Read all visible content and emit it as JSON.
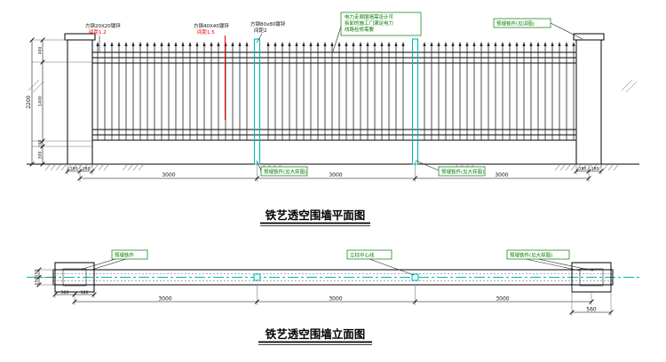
{
  "doc": {
    "plan_title": "铁艺透空围墙平面图",
    "elev_title": "铁艺透空围墙立面图"
  },
  "plan": {
    "notes": {
      "rail20": [
        "方钢20X20镀锌",
        "间距1.2"
      ],
      "rail40": [
        "方钢40X40镀锌",
        "间距1.5"
      ],
      "post80": [
        "方钢80x80镀锌",
        "间距2"
      ],
      "notice": [
        "电力走廊围墙需设计可",
        "拆卸的施工门满足电力",
        "线路检修需要"
      ],
      "embed_right": "预埋铁件(见详图)",
      "embed_b1": "预埋铁件(见大样图)",
      "embed_b2": "预埋铁件(见大样图)"
    },
    "dims": {
      "total": "2200",
      "segs": [
        "400",
        "1400",
        "100",
        "300"
      ],
      "bays": [
        "3000",
        "3000",
        "3000"
      ],
      "col": [
        "180",
        "180",
        "180",
        "180"
      ]
    }
  },
  "elev": {
    "notes": {
      "left": "预埋铁件",
      "center": "立柱中心线",
      "right": "预埋铁件(见大样图)"
    },
    "dims": {
      "half": [
        "150",
        "150"
      ],
      "bays": [
        "3000",
        "3000",
        "3000"
      ],
      "col_w": "560",
      "col": [
        "180",
        "180"
      ]
    }
  },
  "colors": {
    "accent_cyan": "#00b7b7",
    "accent_red": "#e40000",
    "accent_green": "#007a00"
  }
}
